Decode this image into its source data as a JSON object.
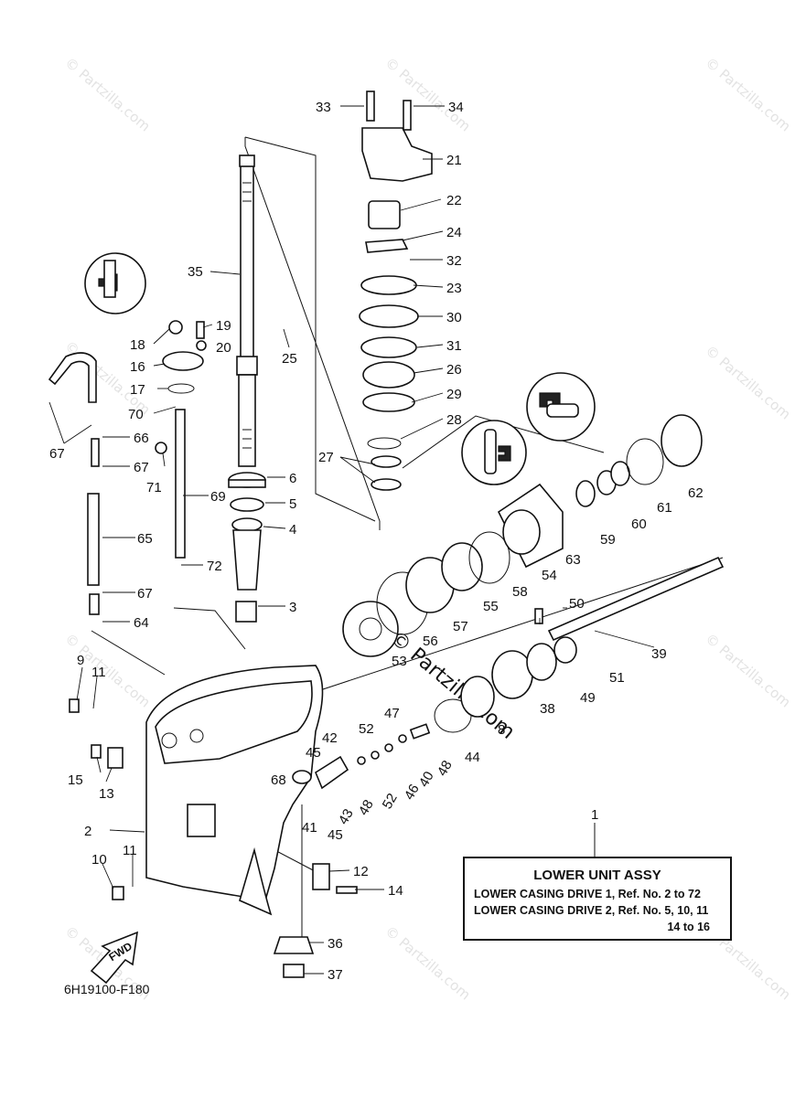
{
  "diagram": {
    "code": "6H19100-F180",
    "fwd_label": "FWD",
    "watermark": "© Partzilla.com",
    "watermark_center": "© Partzilla.com",
    "assembly_box": {
      "callout": "1",
      "title": "LOWER UNIT ASSY",
      "row1": "LOWER CASING DRIVE 1,  Ref. No. 2 to 72",
      "row2": "LOWER CASING DRIVE 2,  Ref. No. 5, 10, 11",
      "row3": "14  to  16"
    },
    "callouts": {
      "n2": "2",
      "n3": "3",
      "n4": "4",
      "n5": "5",
      "n6": "6",
      "n8": "8",
      "n9": "9",
      "n10": "10",
      "n11a": "11",
      "n11b": "11",
      "n12": "12",
      "n13": "13",
      "n14": "14",
      "n15": "15",
      "n16": "16",
      "n17": "17",
      "n18": "18",
      "n19": "19",
      "n20": "20",
      "n21": "21",
      "n22": "22",
      "n23": "23",
      "n24": "24",
      "n25": "25",
      "n26": "26",
      "n27": "27",
      "n28": "28",
      "n29": "29",
      "n30": "30",
      "n31": "31",
      "n32": "32",
      "n33": "33",
      "n34": "34",
      "n35": "35",
      "n36": "36",
      "n37": "37",
      "n38": "38",
      "n39": "39",
      "n40": "40",
      "n41": "41",
      "n42": "42",
      "n43": "43",
      "n44": "44",
      "n45a": "45",
      "n45b": "45",
      "n46": "46",
      "n47": "47",
      "n48a": "48",
      "n48b": "48",
      "n49": "49",
      "n50": "50",
      "n51": "51",
      "n52a": "52",
      "n52b": "52",
      "n53": "53",
      "n54": "54",
      "n55": "55",
      "n56": "56",
      "n57": "57",
      "n58": "58",
      "n59": "59",
      "n60": "60",
      "n61": "61",
      "n62": "62",
      "n63": "63",
      "n64": "64",
      "n65": "65",
      "n66": "66",
      "n67a": "67",
      "n67b": "67",
      "n67c": "67",
      "n68": "68",
      "n69": "69",
      "n70": "70",
      "n71": "71",
      "n72": "72"
    }
  }
}
